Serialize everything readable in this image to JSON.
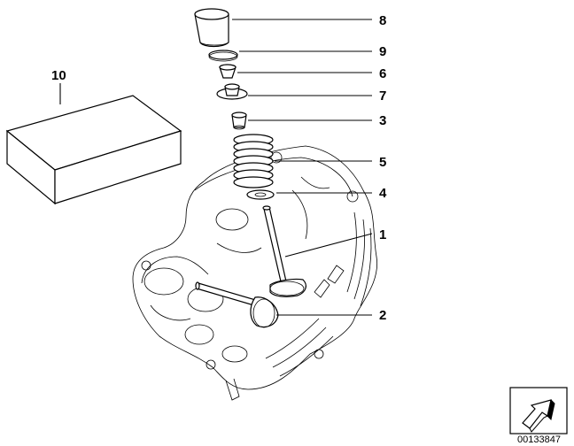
{
  "callouts": {
    "c8": "8",
    "c9": "9",
    "c6": "6",
    "c7": "7",
    "c3": "3",
    "c5": "5",
    "c4": "4",
    "c1": "1",
    "c2": "2",
    "c10": "10"
  },
  "reference_number": "00133847",
  "icons": {
    "navigation": "arrow-icon"
  },
  "colors": {
    "ink": "#000000",
    "paper": "#ffffff"
  }
}
